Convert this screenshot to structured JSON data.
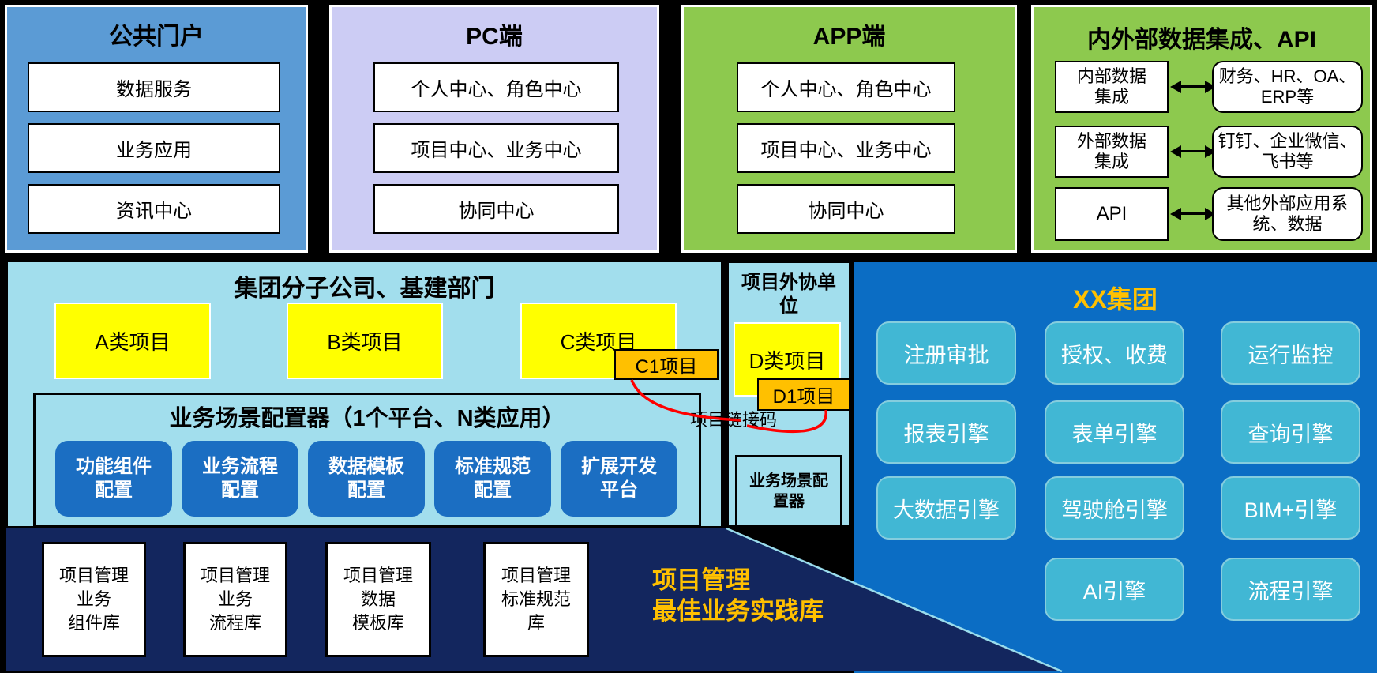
{
  "colors": {
    "portal_panel_blue": "#5B9BD5",
    "pc_panel_lavender": "#CCCCF4",
    "green_panel": "#8DC94E",
    "cyan_panel": "#A2DEED",
    "project_yellow": "#FFFF00",
    "subproject_orange": "#FFC000",
    "config_button_blue": "#1B6EC2",
    "group_panel_blue": "#0B6DC4",
    "engine_button_cyan": "#41B7D4",
    "practice_banner_navy": "#13265E",
    "accent_text_orange": "#FFC000",
    "link_line_red": "#FF0000"
  },
  "top_panels": {
    "portal": {
      "title": "公共门户",
      "items": [
        "数据服务",
        "业务应用",
        "资讯中心"
      ]
    },
    "pc": {
      "title": "PC端",
      "items": [
        "个人中心、角色中心",
        "项目中心、业务中心",
        "协同中心"
      ]
    },
    "app": {
      "title": "APP端",
      "items": [
        "个人中心、角色中心",
        "项目中心、业务中心",
        "协同中心"
      ]
    },
    "integration": {
      "title": "内外部数据集成、API",
      "rows": [
        {
          "left": "内部数据\n集成",
          "right": "财务、HR、OA、\nERP等"
        },
        {
          "left": "外部数据\n集成",
          "right": "钉钉、企业微信、\n飞书等"
        },
        {
          "left": "API",
          "right": "其他外部应用系\n统、数据"
        }
      ]
    }
  },
  "middle": {
    "group_companies": {
      "title": "集团分子公司、基建部门",
      "projects": [
        "A类项目",
        "B类项目",
        "C类项目"
      ],
      "linked_project": "C1项目",
      "configurator": {
        "title": "业务场景配置器（1个平台、N类应用）",
        "buttons": [
          "功能组件\n配置",
          "业务流程\n配置",
          "数据模板\n配置",
          "标准规范\n配置",
          "扩展开发\n平台"
        ]
      }
    },
    "outsourcing": {
      "title": "项目外协单\n位",
      "project": "D类项目",
      "linked_project": "D1项目",
      "configurator": "业务场景配\n置器"
    },
    "link_label": "项目链接码",
    "group": {
      "title": "XX集团",
      "buttons": [
        "注册审批",
        "授权、收费",
        "运行监控",
        "报表引擎",
        "表单引擎",
        "查询引擎",
        "大数据引擎",
        "驾驶舱引擎",
        "BIM+引擎",
        "AI引擎",
        "流程引擎"
      ]
    }
  },
  "bottom": {
    "libraries": [
      "项目管理\n业务\n组件库",
      "项目管理\n业务\n流程库",
      "项目管理\n数据\n模板库",
      "项目管理\n标准规范\n库"
    ],
    "banner": "项目管理\n最佳业务实践库"
  }
}
